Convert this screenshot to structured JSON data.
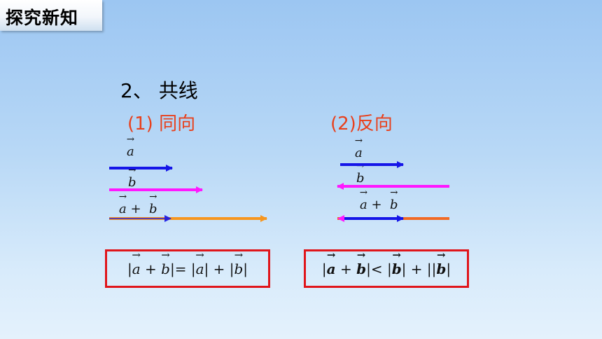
{
  "banner": {
    "title": "探究新知"
  },
  "heading": "2、 共线",
  "cases": {
    "same": {
      "label": "(1) 同向",
      "a": "a",
      "b": "b",
      "sum_a": "a",
      "plus": "+",
      "sum_b": "b",
      "formula": {
        "bar1": "|",
        "a": "a",
        "plus1": " + ",
        "b": "b",
        "mid": "|= |",
        "a2": "a",
        "mid2": "| + |",
        "b2": "b",
        "end": "|"
      }
    },
    "opposite": {
      "label": "(2)反向",
      "a": "a",
      "b": "b",
      "sum_a": "a",
      "plus": "+",
      "sum_b": "b",
      "formula": {
        "bar1": "|",
        "a": "a",
        "plus1": " + ",
        "b": "b",
        "mid": "|< |",
        "b2": "b",
        "mid2": "| + ||",
        "b3": "b",
        "end": "|"
      }
    }
  },
  "colors": {
    "vector_a": "#1515e8",
    "vector_b": "#ff18ff",
    "sum_same": "#f7961e",
    "sum_opposite": "#f26a24",
    "case_label": "#e8401c",
    "box_border": "#e0151b"
  }
}
